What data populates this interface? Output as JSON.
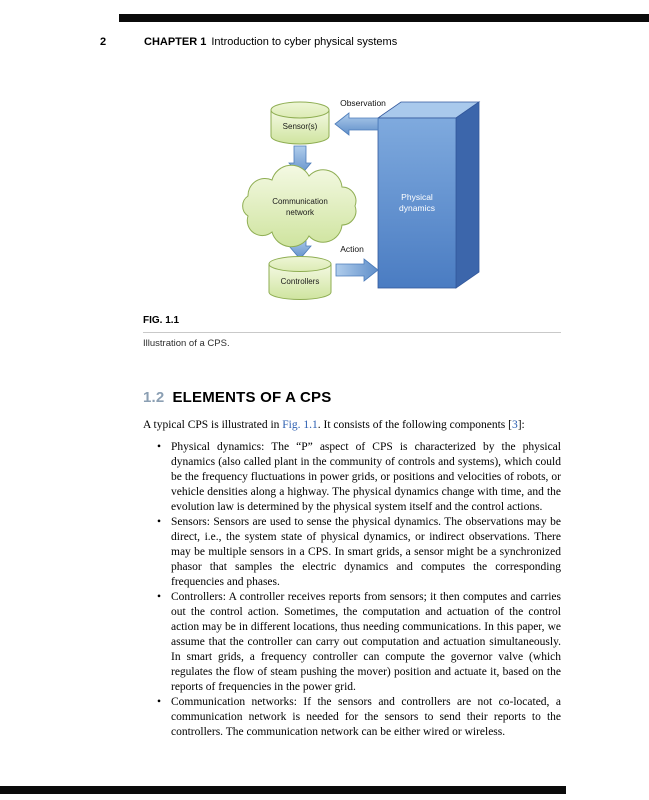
{
  "header": {
    "page_number": "2",
    "chapter_label": "CHAPTER 1",
    "chapter_title": "Introduction to cyber physical systems"
  },
  "figure": {
    "label": "FIG. 1.1",
    "caption": "Illustration of a CPS.",
    "nodes": {
      "sensor": "Sensor(s)",
      "cloud_line1": "Communication",
      "cloud_line2": "network",
      "controllers": "Controllers",
      "box_line1": "Physical",
      "box_line2": "dynamics"
    },
    "flows": {
      "observation": "Observation",
      "action": "Action"
    }
  },
  "section": {
    "number": "1.2",
    "title": "ELEMENTS OF A CPS"
  },
  "intro": {
    "before": "A typical CPS is illustrated in ",
    "fig_link": "Fig. 1.1",
    "middle": ". It consists of the following components [",
    "ref": "3",
    "after": "]:"
  },
  "body": {
    "bullet_glyph": "•",
    "bullets": [
      "Physical dynamics: The “P” aspect of CPS is characterized by the physical dynamics (also called plant in the community of controls and systems), which could be the frequency fluctuations in power grids, or positions and velocities of robots, or vehicle densities along a highway. The physical dynamics change with time, and the evolution law is determined by the physical system itself and the control actions.",
      "Sensors: Sensors are used to sense the physical dynamics. The observations may be direct, i.e., the system state of physical dynamics, or indirect observations. There may be multiple sensors in a CPS. In smart grids, a sensor might be a synchronized phasor that samples the electric dynamics and computes the corresponding frequencies and phases.",
      "Controllers: A controller receives reports from sensors; it then computes and carries out the control action. Sometimes, the computation and actuation of the control action may be in different locations, thus needing communications. In this paper, we assume that the controller can carry out computation and actuation simultaneously. In smart grids, a frequency controller can compute the governor valve (which regulates the flow of steam pushing the mover) position and actuate it, based on the reports of frequencies in the power grid.",
      "Communication networks: If the sensors and controllers are not co-located, a communication network is needed for the sensors to send their reports to the controllers. The communication network can be either wired or wireless."
    ]
  },
  "colors": {
    "link": "#2a5db0",
    "section_number": "#8b9fb3",
    "figure_green_fill": "#dff0b8",
    "figure_green_border": "#8fae53",
    "figure_arrow_blue": "#6b96cd",
    "box_front_blue": "#5e8dce",
    "bar_black": "#0b0b0b"
  }
}
